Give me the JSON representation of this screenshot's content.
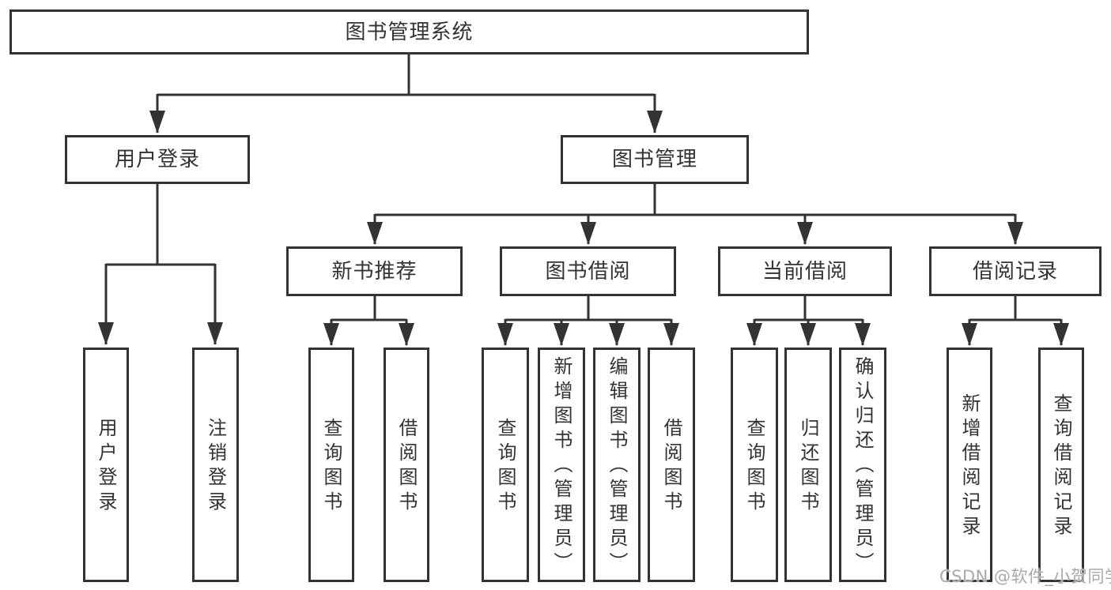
{
  "nodes": {
    "root": "图书管理系统",
    "user_login": "用户登录",
    "book_mgmt": "图书管理",
    "new_book_rec": "新书推荐",
    "book_borrow": "图书借阅",
    "current_borrow": "当前借阅",
    "borrow_record": "借阅记录",
    "leaf_user_login": "用户登录",
    "leaf_logout": "注销登录",
    "rec_query_book": "查询图书",
    "rec_borrow_book": "借阅图书",
    "bb_query_book": "查询图书",
    "bb_add_book": "新增图书（管理员）",
    "bb_edit_book": "编辑图书（管理员）",
    "bb_borrow_book": "借阅图书",
    "cb_query_book": "查询图书",
    "cb_return_book": "归还图书",
    "cb_confirm_return": "确认归还（管理员）",
    "br_add_record": "新增借阅记录",
    "br_query_record": "查询借阅记录"
  },
  "colors": {
    "line": "#333333",
    "box_border": "#333333",
    "text": "#333333",
    "watermark": "#a9a9a9"
  },
  "watermark": {
    "text": "CSDN @软件_小贺同学"
  }
}
